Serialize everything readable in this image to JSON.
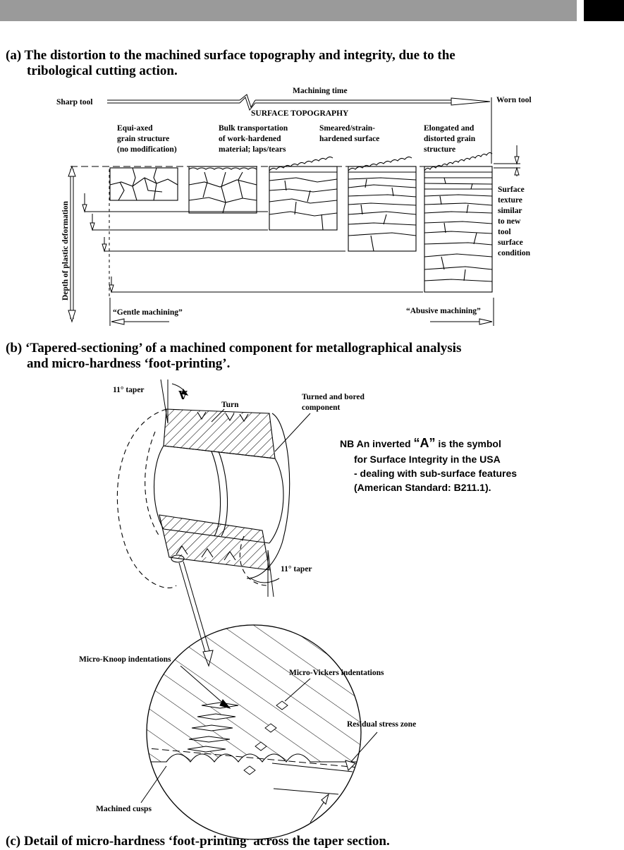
{
  "captions": {
    "a_line1": "(a) The distortion to the machined surface topography and integrity, due to the",
    "a_line2": "tribological cutting action.",
    "b_line1": "(b) ‘Tapered-sectioning’ of a machined component for metallographical analysis",
    "b_line2": "and micro-hardness ‘foot-printing’.",
    "c_line1": "(c) Detail of micro-hardness ‘foot-printing’ across the taper section."
  },
  "diagram_a": {
    "sharp_tool": "Sharp tool",
    "machining_time": "Machining time",
    "worn_tool": "Worn tool",
    "surface_topography": "SURFACE TOPOGRAPHY",
    "stage1": [
      "Equi-axed",
      "grain structure",
      "(no modification)"
    ],
    "stage2": [
      "Bulk transportation",
      "of work-hardened",
      "material; laps/tears"
    ],
    "stage3": [
      "Smeared/strain-",
      "hardened surface"
    ],
    "stage4": [
      "Elongated and",
      "distorted grain",
      "structure"
    ],
    "surface_texture": [
      "Surface",
      "texture",
      "similar",
      "to new",
      "tool",
      "surface",
      "condition"
    ],
    "depth_label": "Depth of plastic deformation",
    "gentle": "“Gentle machining”",
    "abusive": "“Abusive machining”"
  },
  "diagram_b": {
    "taper_top": "11° taper",
    "turn": "Turn",
    "component": [
      "Turned and bored",
      "component"
    ],
    "taper_bottom": "11° taper",
    "nb_prefix": "NB An inverted ",
    "nb_symbol": "“A”",
    "nb_suffix": " is the symbol",
    "nb_lines": [
      "for Surface Integrity in the USA",
      "- dealing with sub-surface features",
      "(American Standard: B211.1)."
    ]
  },
  "diagram_c": {
    "knoop": "Micro-Knoop indentations",
    "vickers": "Micro-Vickers indentations",
    "residual": "Residual stress zone",
    "cusps": "Machined cusps"
  }
}
